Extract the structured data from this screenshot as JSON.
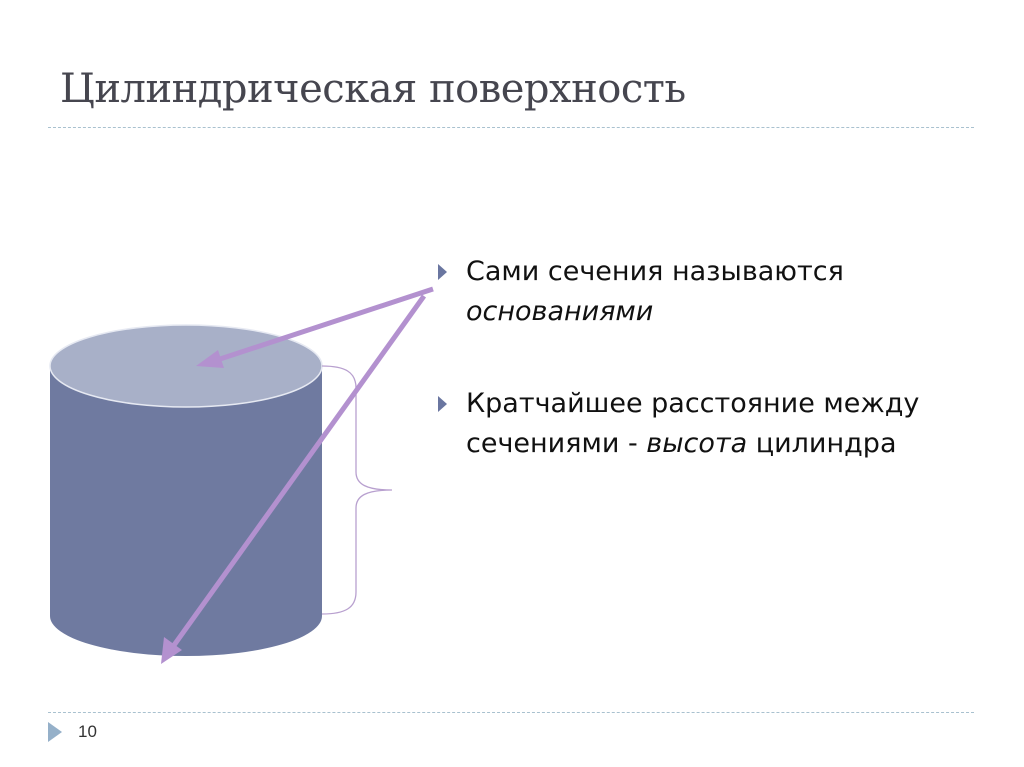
{
  "slide": {
    "title": "Цилиндрическая поверхность",
    "bullets": [
      {
        "text": "Сами сечения называются ",
        "emphasis": "основаниями",
        "after": ""
      },
      {
        "text": "Кратчайшее расстояние между сечениями - ",
        "emphasis": "высота",
        "after": " цилиндра"
      }
    ],
    "page_number": "10",
    "figure": {
      "description": "cylinder with arrows pointing to bases and a brace showing height",
      "colors": {
        "cylinder_side": "#6f7aa0",
        "cylinder_top": "#a8b0c8",
        "arrow": "#b391cf",
        "brace": "#b8a0cf",
        "bullet_marker": "#6a76a0",
        "rule": "#a9c1cf",
        "footer_marker": "#95b0c9"
      }
    }
  }
}
